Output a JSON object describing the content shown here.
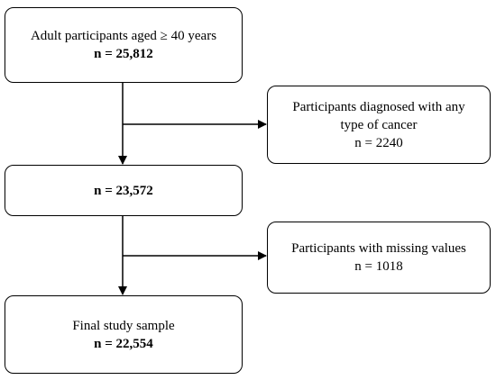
{
  "flowchart": {
    "nodes": [
      {
        "id": "box1",
        "lines": [
          "Adult participants aged ≥ 40 years"
        ],
        "count": "n = 25,812"
      },
      {
        "id": "box2",
        "lines": [
          "Participants diagnosed with any",
          "type of cancer",
          "n = 2240"
        ]
      },
      {
        "id": "box3",
        "lines": [],
        "count": "n = 23,572"
      },
      {
        "id": "box4",
        "lines": [
          "Participants with missing values",
          "n = 1018"
        ]
      },
      {
        "id": "box5",
        "lines": [
          "Final study sample"
        ],
        "count": "n = 22,554"
      }
    ]
  }
}
